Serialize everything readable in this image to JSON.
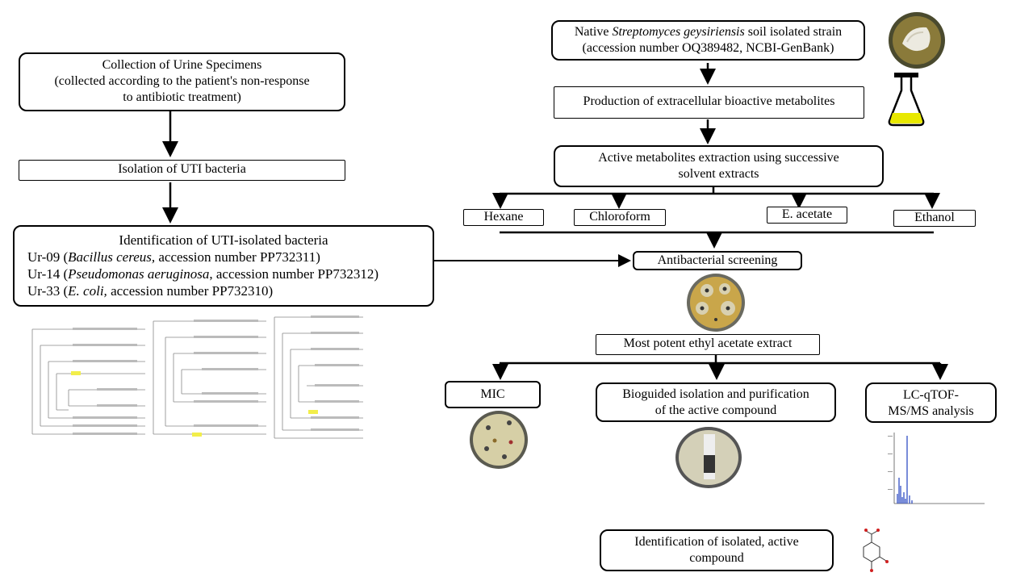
{
  "left_flow": {
    "urine": {
      "line1": "Collection of Urine Specimens",
      "line2": "(collected according to the patient's non-response",
      "line3": "to antibiotic treatment)"
    },
    "isolation": "Isolation of UTI bacteria",
    "identification": {
      "title": "Identification of UTI-isolated bacteria",
      "rows": [
        {
          "code": "Ur-09 (",
          "species": "Bacillus cereus,",
          "rest": " accession number PP732311)"
        },
        {
          "code": "Ur-14 (",
          "species": "Pseudomonas aeruginosa",
          "rest": ", accession number PP732312)"
        },
        {
          "code": "Ur-33  (",
          "species": "E. coli,",
          "rest": " accession number PP732310)"
        }
      ]
    }
  },
  "right_flow": {
    "strain": {
      "prefix": "Native ",
      "species": "Streptomyces geysiriensis",
      "suffix": " soil isolated strain",
      "line2": "(accession number OQ389482, NCBI-GenBank)"
    },
    "production": "Production of extracellular bioactive metabolites",
    "extraction": {
      "line1": "Active metabolites extraction using successive",
      "line2": "solvent extracts"
    },
    "solvents": [
      "Hexane",
      "Chloroform",
      "E. acetate",
      "Ethanol"
    ],
    "screening": "Antibacterial screening",
    "potent": "Most potent ethyl acetate extract",
    "mic": "MIC",
    "bioguided": {
      "line1": "Bioguided isolation and purification",
      "line2": "of the active compound"
    },
    "lcms": {
      "line1": "LC-qTOF-",
      "line2": "MS/MS analysis"
    },
    "identified": {
      "line1": "Identification of isolated, active",
      "line2": "compound"
    }
  },
  "colors": {
    "flask_liquid": "#e8e800",
    "plate_agar": "#c9a64a",
    "spectrum_peaks": "#1f3fbf",
    "highlight": "#f2ee4a"
  }
}
